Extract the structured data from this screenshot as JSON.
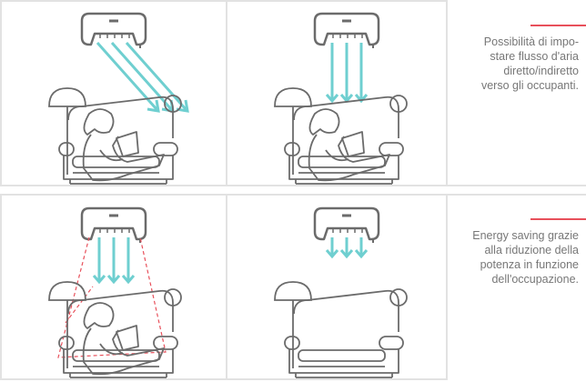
{
  "captions": {
    "airflow": [
      "Possibilità di impo-",
      "stare flusso d'aria",
      "diretto/indiretto",
      "verso gli occupanti."
    ],
    "energy": [
      "Energy saving grazie",
      "alla riduzione della",
      "potenza in funzione",
      "dell'occupazione."
    ]
  },
  "colors": {
    "airflow": "#6fcfd0",
    "accent": "#e8505b",
    "line": "#6b6b6b",
    "border": "#e2e2e2"
  },
  "panels": [
    {
      "name": "indirect-airflow-occupied",
      "airflow": "diagonal"
    },
    {
      "name": "direct-airflow-occupied",
      "airflow": "down"
    },
    {
      "name": "occupancy-detection",
      "airflow": "down-detect"
    },
    {
      "name": "reduced-power-empty",
      "airflow": "short"
    }
  ]
}
